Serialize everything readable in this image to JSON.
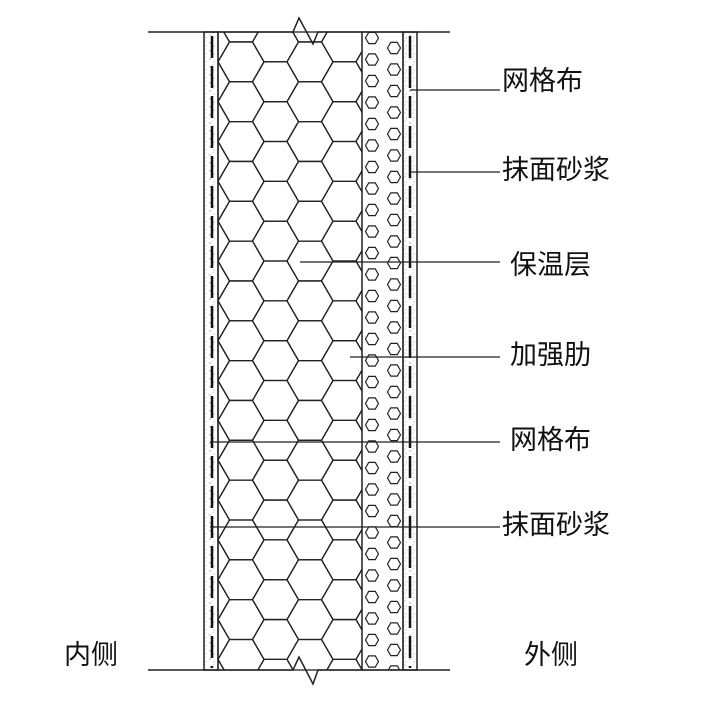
{
  "labels": {
    "mesh_top": "网格布",
    "mortar_top": "抹面砂浆",
    "insulation": "保温层",
    "rib": "加强肋",
    "mesh_bottom": "网格布",
    "mortar_bottom": "抹面砂浆",
    "inside": "内侧",
    "outside": "外侧"
  },
  "colors": {
    "line": "#222222",
    "mortar": "#bbbbbb"
  }
}
